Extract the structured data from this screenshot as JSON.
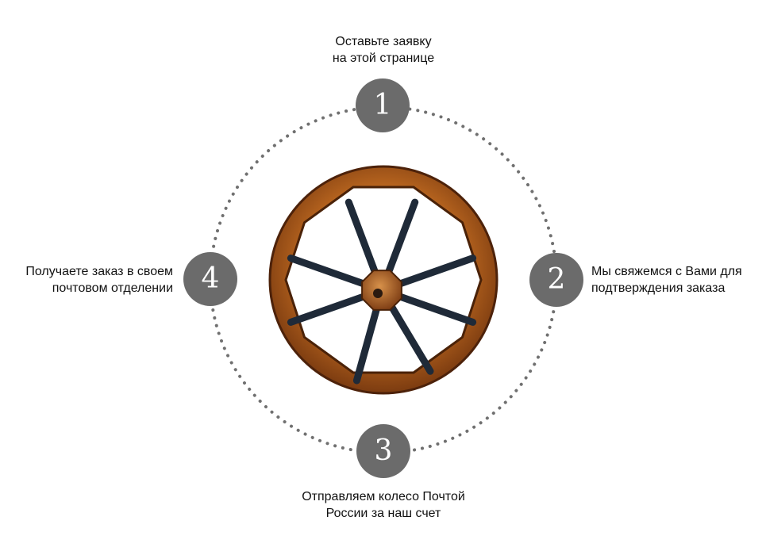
{
  "steps": [
    {
      "number": "1",
      "lines": [
        "Оставьте заявку",
        "на этой странице"
      ]
    },
    {
      "number": "2",
      "lines": [
        "Мы свяжемся с Вами для",
        "подтверждения заказа"
      ]
    },
    {
      "number": "3",
      "lines": [
        "Отправляем колесо Почтой",
        "России за наш счет"
      ]
    },
    {
      "number": "4",
      "lines": [
        "Получаете заказ в своем",
        "почтовом отделении"
      ]
    }
  ],
  "colors": {
    "step_circle": "#6b6b6b",
    "dots": "#707070",
    "wood": "#b8651f",
    "wood_dark": "#5a2a0a",
    "spokes": "#1f2a38"
  }
}
